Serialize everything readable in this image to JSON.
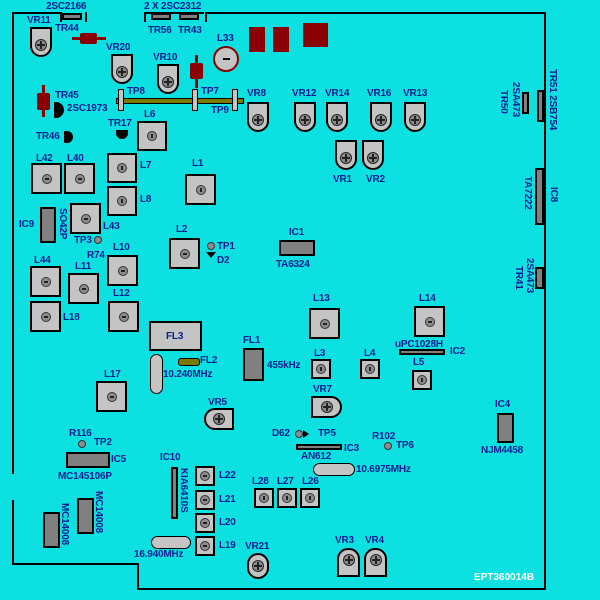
{
  "board_id": "EPT360014B",
  "colors": {
    "background": "#0ce0e0",
    "label": "#0b1f8f",
    "component": "#c4c4c4",
    "ic": "#808080",
    "resistor": "#8b0000",
    "rail": "#7a7a00"
  },
  "transistors": {
    "top_left_part": "2SC2166",
    "tr44": "TR44",
    "top_mid_part": "2 X 2SC2312",
    "tr56": "TR56",
    "tr43": "TR43",
    "tr45": "TR45",
    "tr45_part": "2SC1973",
    "tr46": "TR46",
    "tr17": "TR17",
    "tr50_part": "2SA473",
    "tr50": "TR50",
    "tr51": "TR51 2SB754",
    "tr41_part": "2SA473",
    "tr41": "TR41"
  },
  "trimmers": {
    "vr11": "VR11",
    "vr20": "VR20",
    "vr10": "VR10",
    "vr8": "VR8",
    "vr12": "VR12",
    "vr14": "VR14",
    "vr16": "VR16",
    "vr13": "VR13",
    "vr1": "VR1",
    "vr2": "VR2",
    "vr5": "VR5",
    "vr7": "VR7",
    "vr21": "VR21",
    "vr3": "VR3",
    "vr4": "VR4"
  },
  "coils": {
    "l33": "L33",
    "l6": "L6",
    "l7": "L7",
    "l8": "L8",
    "l1": "L1",
    "l42": "L42",
    "l40": "L40",
    "l43": "L43",
    "l2": "L2",
    "l10": "L10",
    "l44": "L44",
    "l11": "L11",
    "l12": "L12",
    "l18": "L18",
    "l13": "L13",
    "l14": "L14",
    "l3": "L3",
    "l4": "L4",
    "l5": "L5",
    "l17": "L17",
    "l22": "L22",
    "l21": "L21",
    "l20": "L20",
    "l19": "L19",
    "l28": "L28",
    "l27": "L27",
    "l26": "L26"
  },
  "test_points": {
    "tp8": "TP8",
    "tp7": "TP7",
    "tp9": "TP9",
    "tp3": "TP3",
    "r74": "R74",
    "tp1": "TP1",
    "d2": "D2",
    "tp2": "TP2",
    "r116": "R116",
    "d62": "D62",
    "tp5": "TP5",
    "r102": "R102",
    "tp6": "TP6"
  },
  "ics": {
    "ic9": "IC9",
    "ic9_part": "SO42P",
    "ic1": "IC1",
    "ic1_part": "TA6324",
    "ic8": "IC8",
    "ic8_part": "TA7222",
    "ic2": "IC2",
    "ic2_part": "uPC1028H",
    "ic3": "IC3",
    "ic3_part": "AN612",
    "ic4": "IC4",
    "ic4_part": "NJM4458",
    "ic5": "IC5",
    "ic5_part": "MC145106P",
    "ic10": "IC10",
    "ic10_part": "KIA6410S",
    "mc1": "MC14008",
    "mc2": "MC14008"
  },
  "filters": {
    "fl3": "FL3",
    "fl2": "FL2",
    "fl2_freq": "10.240MHz",
    "fl1": "FL1",
    "fl1_freq": "455kHz"
  },
  "crystals": {
    "x1": "10.6975MHz",
    "x2": "16.940MHz"
  }
}
